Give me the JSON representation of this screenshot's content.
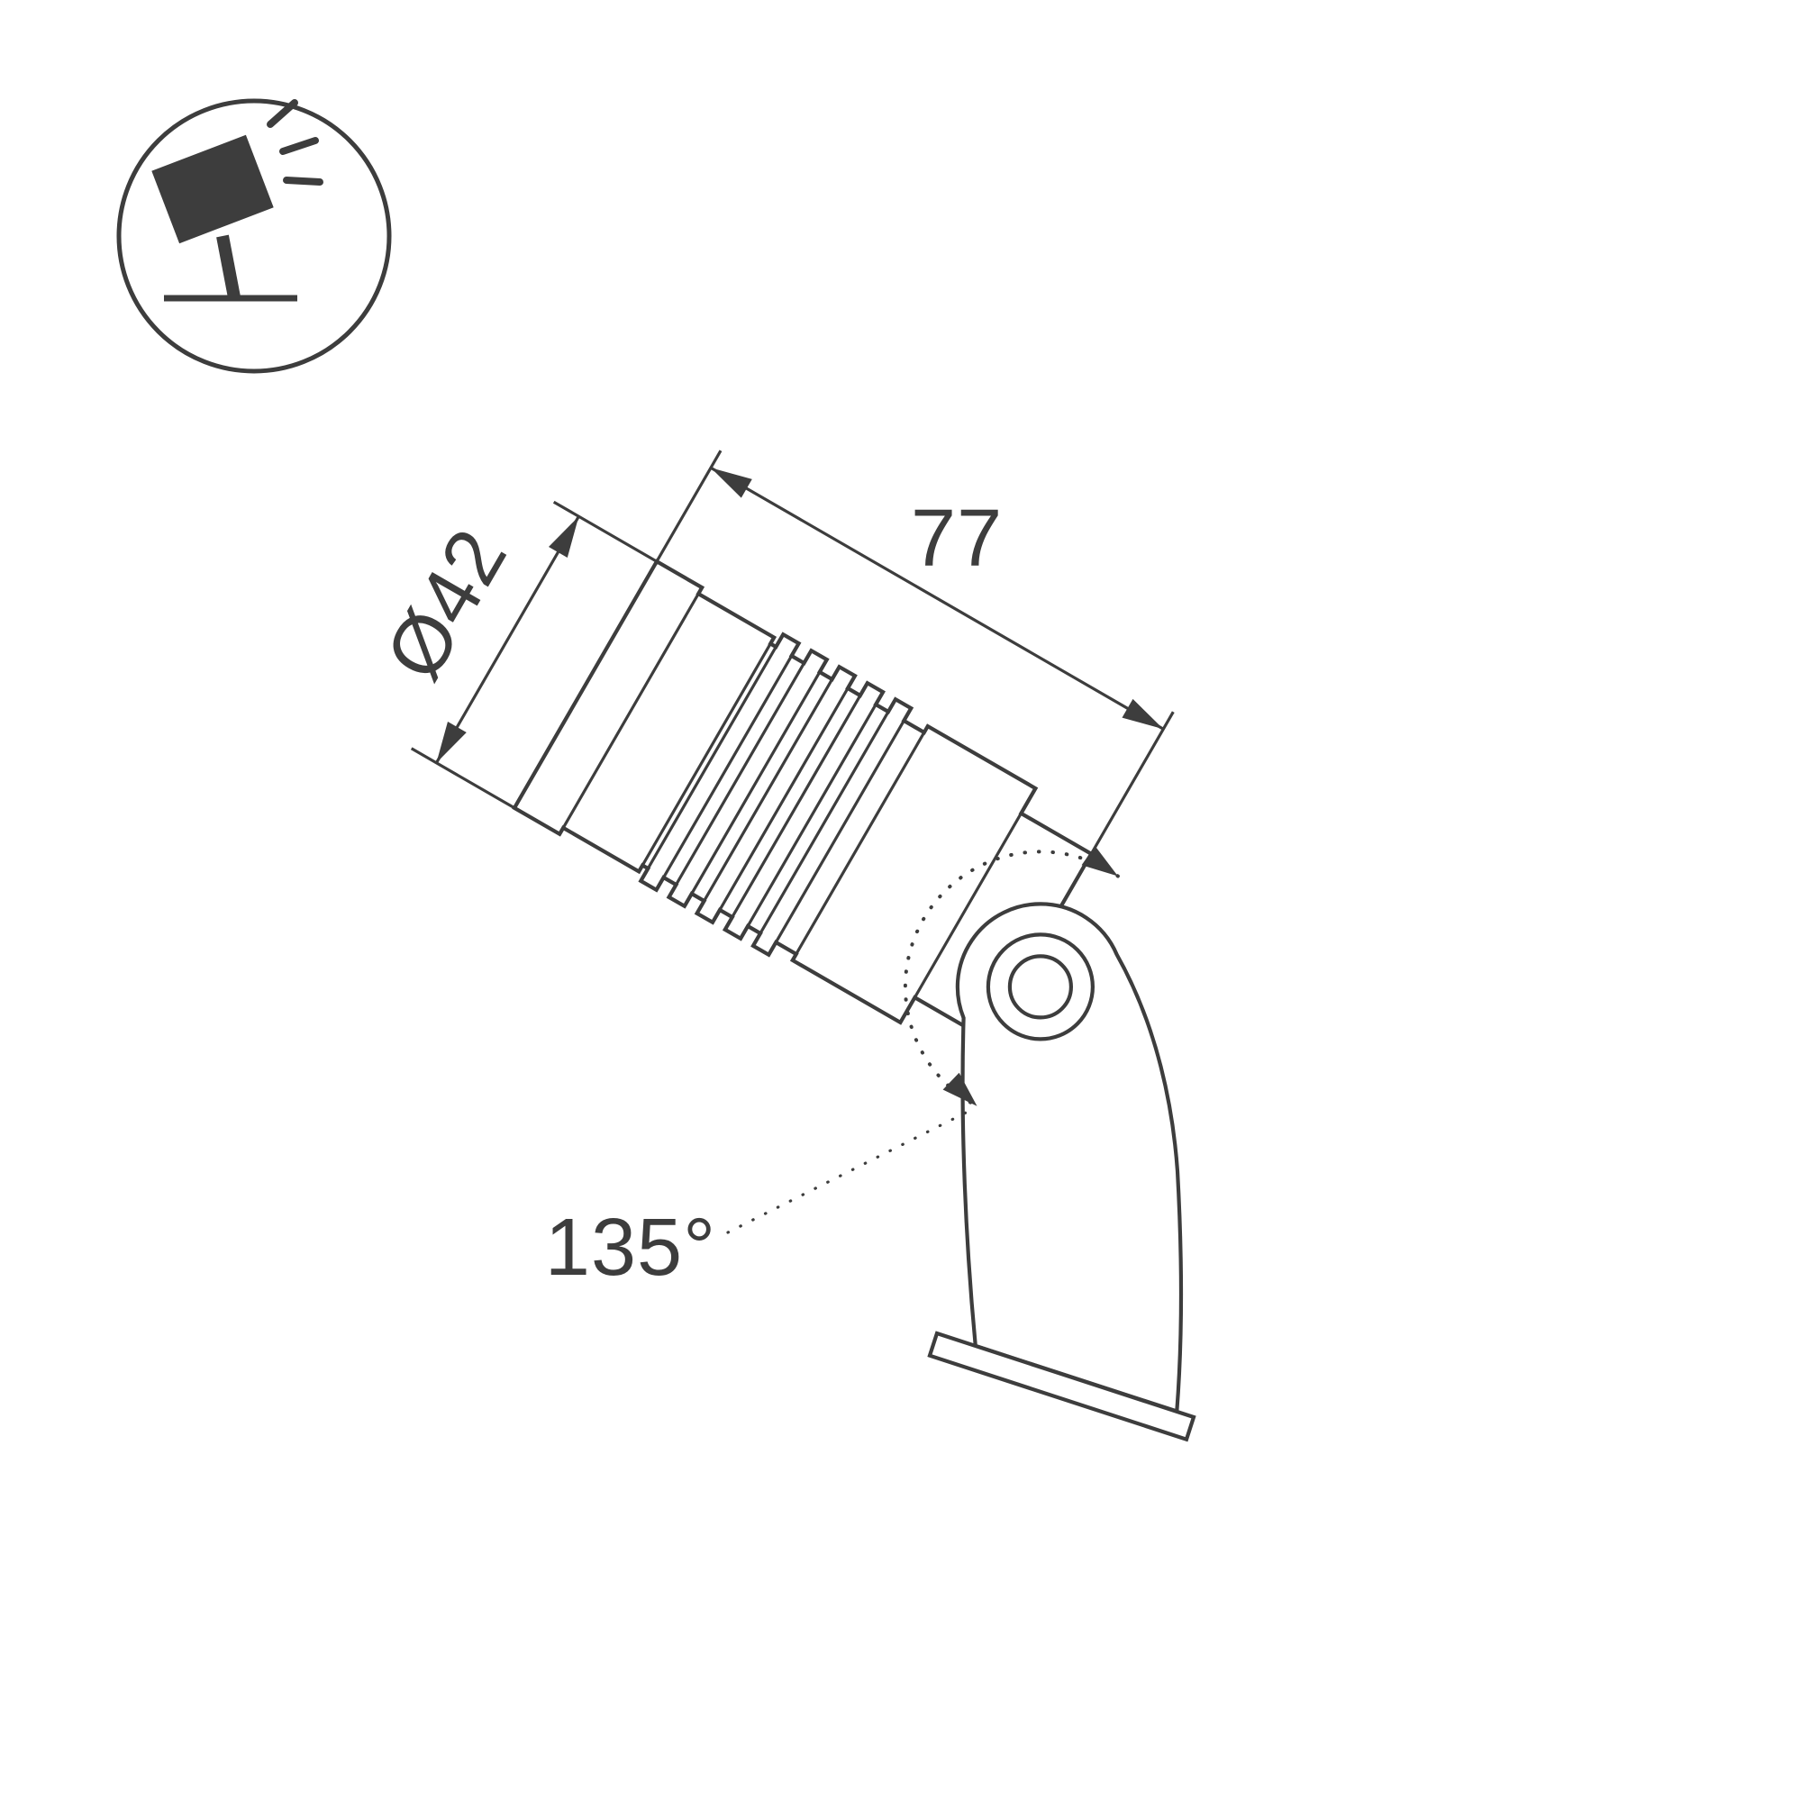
{
  "page": {
    "background": "#ffffff",
    "line_color": "#3d3d3d"
  },
  "legend_icon": {
    "name": "tilted-spotlight-on-stand-icon"
  },
  "diagram": {
    "dimensions": {
      "diameter": {
        "label": "Ø42",
        "value": 42
      },
      "length": {
        "label": "77",
        "value": 77
      },
      "swing_angle": {
        "label": "135°",
        "value": 135
      }
    }
  }
}
